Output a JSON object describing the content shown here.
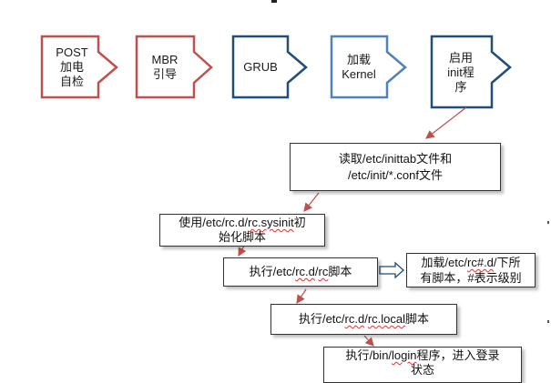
{
  "colors": {
    "red_stroke": "#c0504d",
    "blue_stroke": "#1f4e79",
    "light_blue_stroke": "#4f81bd",
    "connector": "#c0504d",
    "box_border": "#333333"
  },
  "stages": [
    {
      "id": "post",
      "lines": [
        "POST",
        "加电",
        "自检"
      ],
      "color": "red"
    },
    {
      "id": "mbr",
      "lines": [
        "MBR",
        "引导"
      ],
      "color": "red"
    },
    {
      "id": "grub",
      "lines": [
        "GRUB"
      ],
      "color": "blue"
    },
    {
      "id": "kernel",
      "lines": [
        "加载",
        "Kernel"
      ],
      "color": "lightblue"
    },
    {
      "id": "init",
      "lines": [
        "启用",
        "init程",
        "序"
      ],
      "color": "blue"
    }
  ],
  "steps": {
    "inittab_line1": "读取/etc/inittab文件和",
    "inittab_line2": "/etc/init/*.conf文件",
    "sysinit_pre": "使用/etc/rc.d/",
    "sysinit_sq": "rc.sysinit",
    "sysinit_post": "初",
    "sysinit_line2": "始化脚本",
    "rc_pre": "执行/etc/",
    "rc_sq1": "rc.d",
    "rc_mid": "/",
    "rc_sq2": "rc",
    "rc_post": "脚本",
    "rcn_pre": "加载/etc/",
    "rcn_sq": "rc#.d",
    "rcn_post": "/下所",
    "rcn_line2": "有脚本，#表示级别",
    "rclocal_pre": "执行/etc/",
    "rclocal_sq1": "rc.d",
    "rclocal_mid": "/",
    "rclocal_sq2": "rc.local",
    "rclocal_post": "脚本",
    "login_pre": "执行/bin/",
    "login_sq": "login",
    "login_post": "程序，进入登录",
    "login_line2": "状态"
  }
}
